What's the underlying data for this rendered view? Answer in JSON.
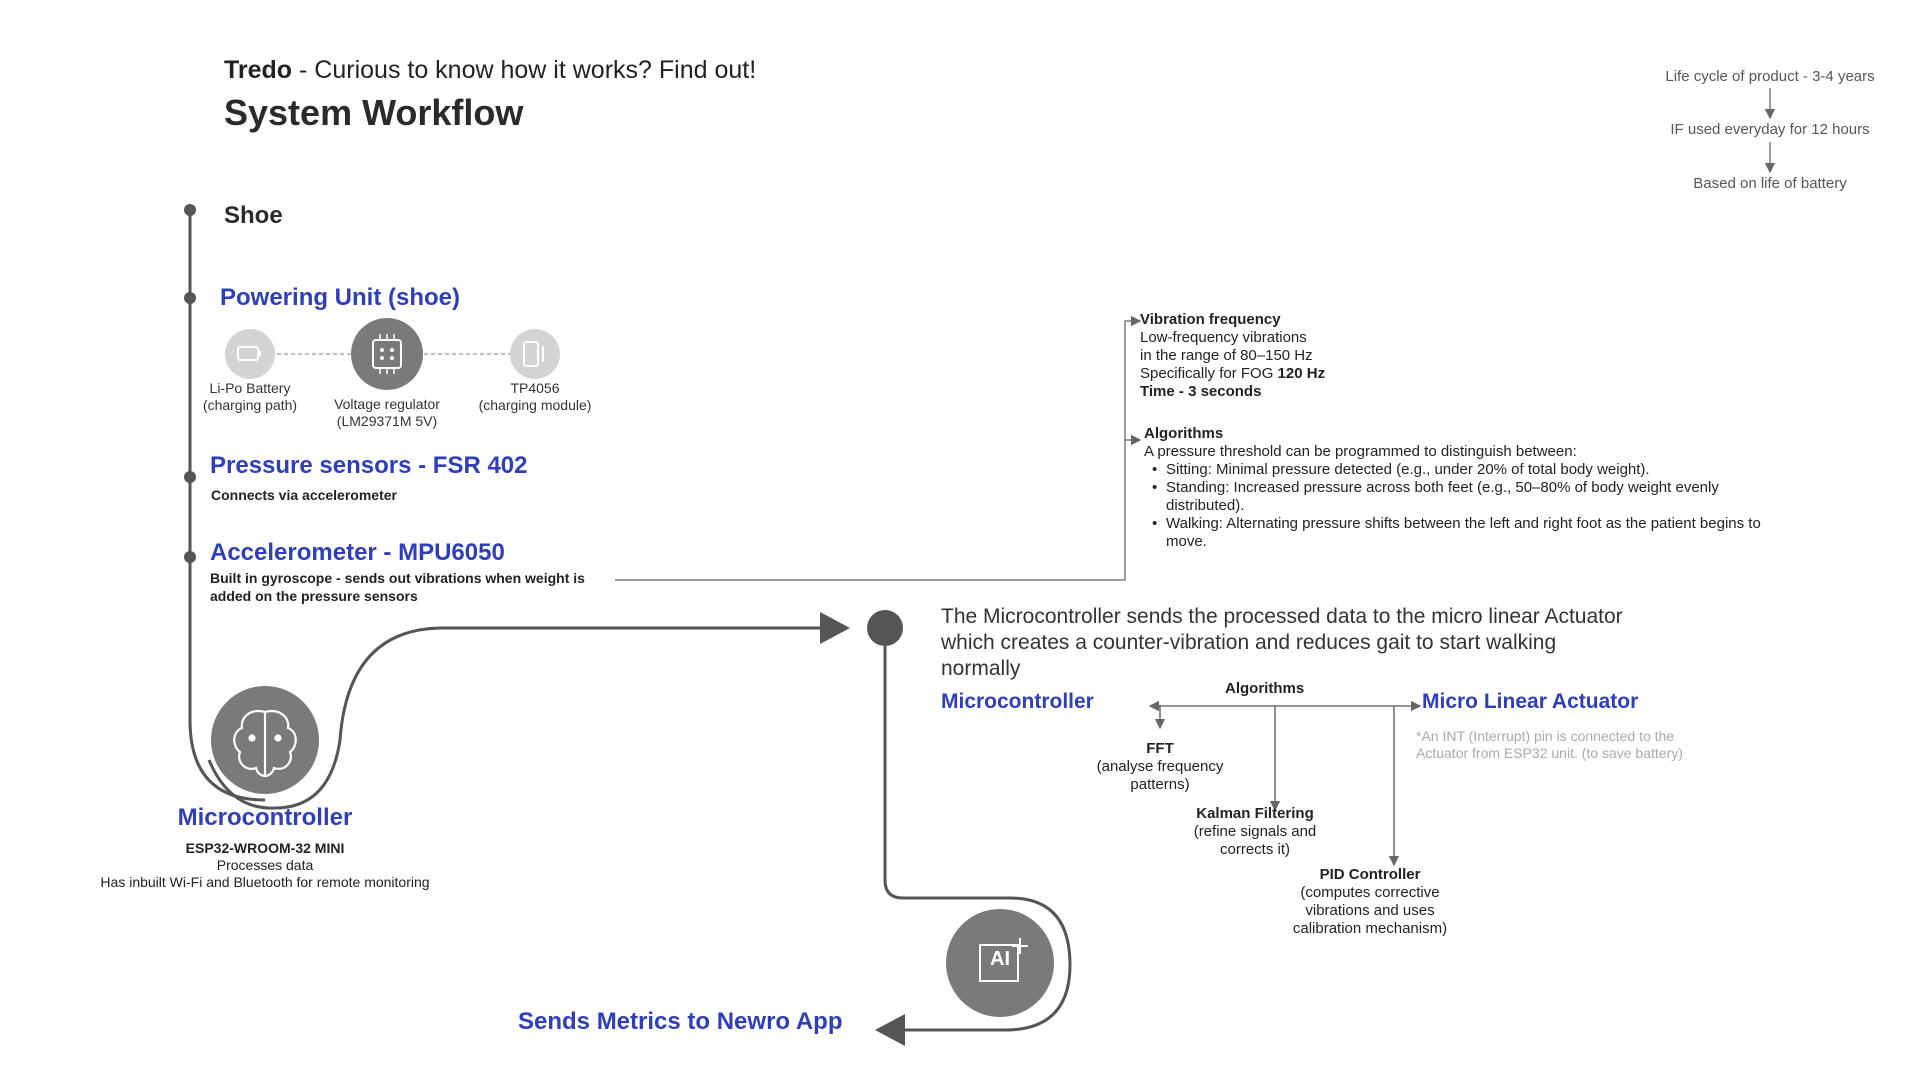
{
  "header": {
    "brand": "Tredo",
    "tagline": " - Curious to know how it works?  Find out!",
    "title": "System Workflow"
  },
  "lifecycle": [
    "Life cycle of product - 3-4 years",
    "IF used everyday for 12 hours",
    "Based on life of battery"
  ],
  "shoe": {
    "label": "Shoe"
  },
  "powering_unit": {
    "title": "Powering Unit (shoe)",
    "components": [
      {
        "line1": "Li-Po Battery",
        "line2": "(charging path)",
        "icon": "battery-icon"
      },
      {
        "line1": "Voltage regulator",
        "line2": "(LM29371M 5V)",
        "icon": "chip-icon"
      },
      {
        "line1": "TP4056",
        "line2": "(charging module)",
        "icon": "charging-module-icon"
      }
    ]
  },
  "pressure": {
    "title": "Pressure sensors - FSR 402",
    "desc": "Connects via accelerometer"
  },
  "accelerometer": {
    "title": "Accelerometer - MPU6050",
    "desc_line1": "Built in gyroscope - sends out vibrations when weight is",
    "desc_line2": "added on the pressure sensors"
  },
  "vibration": {
    "heading": "Vibration frequency",
    "line1": "Low-frequency vibrations",
    "line2": "in the range of 80–150 Hz",
    "line3_prefix": "Specifically for FOG ",
    "line3_bold": "120 Hz",
    "line4": "Time - 3 seconds"
  },
  "algorithms_right": {
    "heading": "Algorithms",
    "intro": "A pressure threshold can be programmed to distinguish between:",
    "items": [
      "Sitting: Minimal pressure detected (e.g., under 20% of total body weight).",
      "Standing: Increased pressure across both feet (e.g., 50–80% of body weight evenly distributed).",
      "Walking: Alternating pressure shifts between the left and right foot as the patient begins to move."
    ]
  },
  "microcontroller_main": {
    "label": "Microcontroller",
    "model": "ESP32-WROOM-32 MINI",
    "line2": "Processes data",
    "line3": "Has inbuilt Wi-Fi and Bluetooth for remote monitoring",
    "icon": "brain-icon"
  },
  "process": {
    "description": "The Microcontroller sends the processed data to the micro linear Actuator which creates a counter-vibration and reduces gait to start walking normally",
    "left_label": "Microcontroller",
    "middle_label": "Algorithms",
    "right_label": "Micro Linear Actuator",
    "note_line1": "*An INT (Interrupt) pin is connected to the",
    "note_line2": "Actuator from ESP32 unit. (to save battery)",
    "nodes": [
      {
        "title": "FFT",
        "l1": "(analyse frequency",
        "l2": "patterns)",
        "l3": ""
      },
      {
        "title": "Kalman Filtering",
        "l1": "(refine signals and",
        "l2": "corrects it)",
        "l3": ""
      },
      {
        "title": "PID Controller",
        "l1": "(computes corrective",
        "l2": "vibrations and uses",
        "l3": "calibration mechanism)"
      }
    ]
  },
  "ai": {
    "icon": "ai-icon",
    "label": "AI"
  },
  "final": {
    "label": "Sends Metrics to Newro App"
  },
  "colors": {
    "accent": "#2f3fb8",
    "node": "#7a7a7a",
    "line": "#555555"
  }
}
